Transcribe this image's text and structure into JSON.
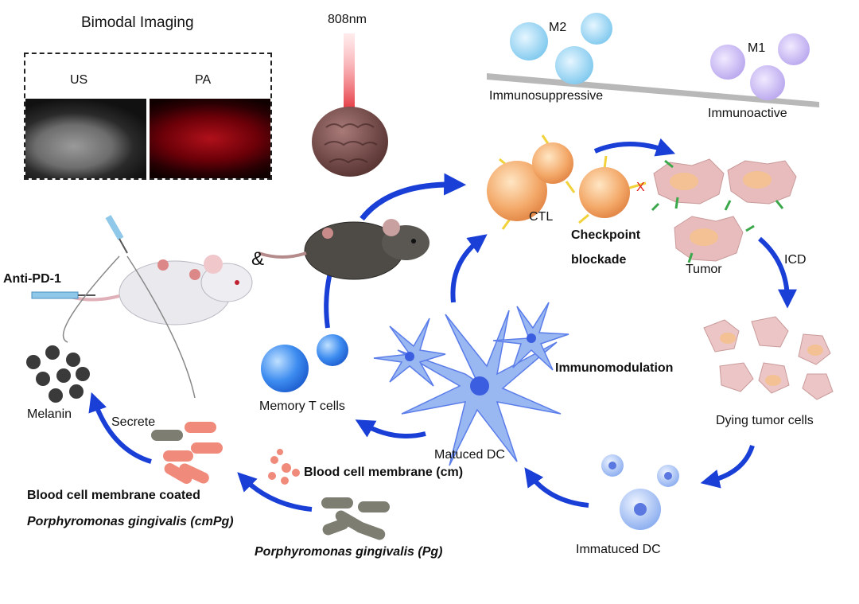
{
  "labels": {
    "bimodal_imaging": "Bimodal Imaging",
    "us": "US",
    "pa": "PA",
    "laser": "808nm",
    "m2": "M2",
    "m1": "M1",
    "immunosuppressive": "Immunosuppressive",
    "immunoactive": "Immunoactive",
    "ctl": "CTL",
    "checkpoint": "Checkpoint",
    "blockade": "blockade",
    "tumor": "Tumor",
    "icd": "ICD",
    "anti_pd1": "Anti-PD-1",
    "ampersand": "&",
    "immunomodulation": "Immunomodulation",
    "melanin": "Melanin",
    "secrete": "Secrete",
    "memory_t_cells": "Memory T cells",
    "dying_tumor_cells": "Dying tumor cells",
    "matured_dc": "Matuced DC",
    "blood_cell_membrane_cm": "Blood cell membrane (cm)",
    "coated_line1": "Blood cell membrane coated",
    "coated_line2": "Porphyromonas gingivalis (cmPg)",
    "pg_label": "Porphyromonas gingivalis (Pg)",
    "immature_dc": "Immatuced DC"
  },
  "colors": {
    "arrow_blue": "#1a3fd6",
    "ctl_orange": "#f3a868",
    "tumor_pink": "#e8bcbc",
    "receptor_green": "#3aa84a",
    "dc_blue": "#4a6fe8",
    "memory_blue": "#3d8cf0",
    "bacteria_pink": "#f08a7a",
    "bacteria_gray": "#7d7d72",
    "melanin_dark": "#3a3a3a",
    "laser_red": "#e0202a",
    "m2_cyan": "#7ec8ee",
    "m1_violet": "#b9a6ee"
  }
}
